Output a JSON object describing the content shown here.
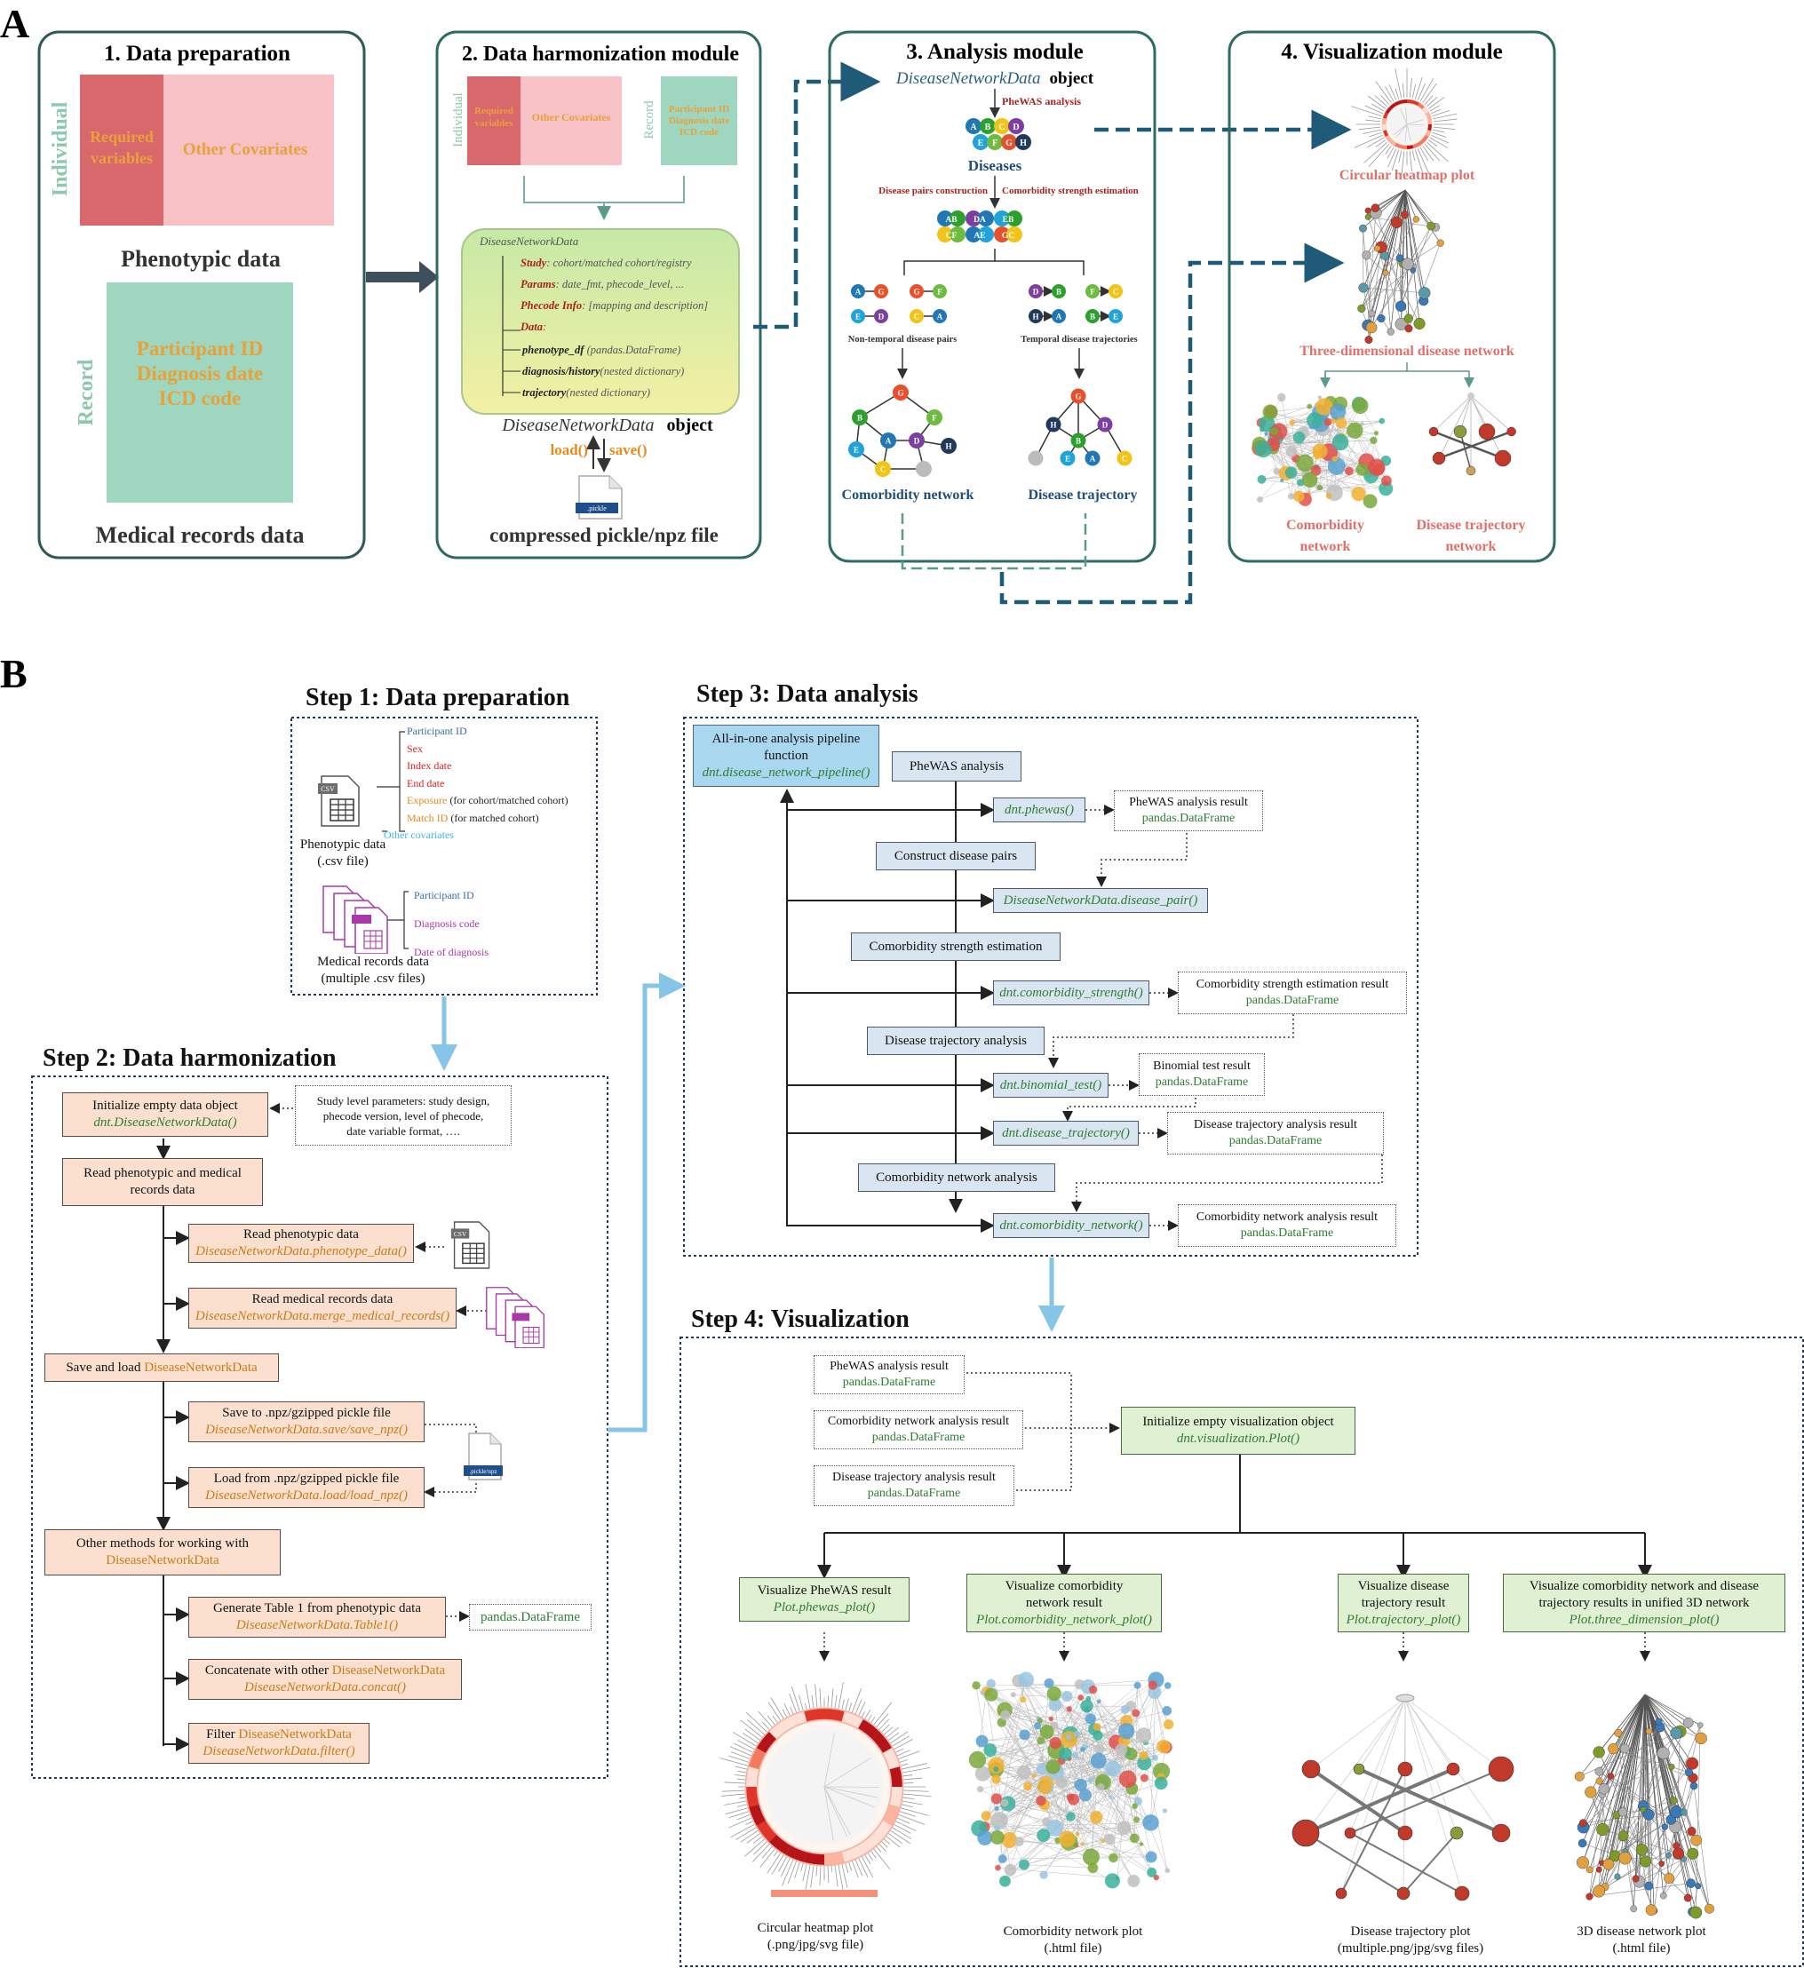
{
  "panel_a": {
    "letter": "A",
    "m1": {
      "title": "1. Data preparation",
      "individual_label": "Individual",
      "required": "Required variables",
      "other_cov": "Other Covariates",
      "phenotypic": "Phenotypic data",
      "record_label": "Record",
      "record_fields": [
        "Participant ID",
        "Diagnosis date",
        "ICD code"
      ],
      "medical": "Medical records data"
    },
    "m2": {
      "title": "2. Data harmonization module",
      "individual_label": "Individual",
      "required": "Required variables",
      "other_cov": "Other Covariates",
      "record_label": "Record",
      "record_fields": [
        "Participant ID",
        "Diagnosis date",
        "ICD code"
      ],
      "dnd_header": "DiseaseNetworkData",
      "rows": [
        {
          "k": "Study",
          "v": ": cohort/matched cohort/registry"
        },
        {
          "k": "Params",
          "v": ": date_fmt, phecode_level, ..."
        },
        {
          "k": "Phecode Info",
          "v": ": [mapping and description]"
        },
        {
          "k": "Data",
          "v": ":"
        }
      ],
      "data_rows": [
        {
          "k": "phenotype_df",
          "v": " (pandas.DataFrame)"
        },
        {
          "k": "diagnosis/history",
          "v": "(nested dictionary)"
        },
        {
          "k": "trajectory",
          "v": "(nested dictionary)"
        }
      ],
      "object_name": "DiseaseNetworkData",
      "object_word": "object",
      "load": "load()",
      "save": "save()",
      "file_tag": ".pickle",
      "file_caption": "compressed pickle/npz file"
    },
    "m3": {
      "title": "3. Analysis module",
      "object_name": "DiseaseNetworkData",
      "object_word": "object",
      "phewas": "PheWAS analysis",
      "diseases": "Diseases",
      "disease_nodes": [
        "A",
        "B",
        "C",
        "D",
        "E",
        "F",
        "G",
        "H"
      ],
      "pairs_construction": "Disease pairs construction",
      "comorb_strength": "Comorbidity strength estimation",
      "pair_nodes": [
        "AB",
        "DA",
        "EB",
        "CF",
        "AE",
        "GC"
      ],
      "non_temporal": "Non-temporal disease pairs",
      "temporal": "Temporal disease trajectories",
      "comorb_network": "Comorbidity network",
      "disease_traj": "Disease trajectory"
    },
    "m4": {
      "title": "4. Visualization module",
      "circular": "Circular heatmap plot",
      "three_d": "Three-dimensional disease network",
      "comorb_net": [
        "Comorbidity",
        "network"
      ],
      "traj_net": [
        "Disease trajectory",
        "network"
      ]
    }
  },
  "panel_b": {
    "letter": "B",
    "step1": {
      "title": "Step 1: Data preparation",
      "pheno_fields": [
        {
          "t": "Participant ID",
          "c": "#3a6ea5",
          "extra": ""
        },
        {
          "t": "Sex",
          "c": "#e02020",
          "extra": ""
        },
        {
          "t": "Index date",
          "c": "#e02020",
          "extra": ""
        },
        {
          "t": "End date",
          "c": "#e02020",
          "extra": ""
        },
        {
          "t": "Exposure",
          "c": "#e88a1a",
          "extra": " (for cohort/matched cohort)"
        },
        {
          "t": "Match ID",
          "c": "#e88a1a",
          "extra": " (for matched cohort)"
        },
        {
          "t": "Other covariates",
          "c": "#3fb5e8",
          "extra": ""
        }
      ],
      "pheno_caption": [
        "Phenotypic data",
        "(.csv file)"
      ],
      "med_fields": [
        {
          "t": "Participant ID",
          "c": "#3a6ea5"
        },
        {
          "t": "Diagnosis code",
          "c": "#a838a8"
        },
        {
          "t": "Date of diagnosis",
          "c": "#a838a8"
        }
      ],
      "med_caption": [
        "Medical records data",
        "(multiple .csv files)"
      ],
      "csv": "CSV"
    },
    "step2": {
      "title": "Step 2: Data harmonization",
      "init": {
        "t": "Initialize empty data object",
        "c": "dnt.DiseaseNetworkData()"
      },
      "params_note": [
        "Study level parameters: study design,",
        "phecode version, level of phecode,",
        "date variable format, …."
      ],
      "read_both": [
        "Read phenotypic and medical",
        "records data"
      ],
      "read_pheno": {
        "t": "Read phenotypic data",
        "c": "DiseaseNetworkData.phenotype_data()"
      },
      "read_med": {
        "t": "Read medical records data",
        "c": "DiseaseNetworkData.merge_medical_records()"
      },
      "save_load": {
        "t": "Save and load ",
        "o": "DiseaseNetworkData"
      },
      "save": {
        "t": "Save to .npz/gzipped pickle file",
        "c": "DiseaseNetworkData.save/save_npz()"
      },
      "load": {
        "t": "Load from .npz/gzipped pickle file",
        "c": "DiseaseNetworkData.load/load_npz()"
      },
      "file_tag": ".pickle/npz",
      "other": {
        "t": "Other methods for working with",
        "o": "DiseaseNetworkData"
      },
      "table1": {
        "t": "Generate Table 1 from phenotypic data",
        "c": "DiseaseNetworkData.Table1()"
      },
      "table1_out": "pandas.DataFrame",
      "concat": {
        "t": "Concatenate with other ",
        "o": "DiseaseNetworkData",
        "c": "DiseaseNetworkData.concat()"
      },
      "filter": {
        "t": "Filter ",
        "o": "DiseaseNetworkData",
        "c": "DiseaseNetworkData.filter()"
      }
    },
    "step3": {
      "title": "Step 3: Data analysis",
      "pipeline": {
        "t": [
          "All-in-one analysis pipeline",
          "function"
        ],
        "c": "dnt.disease_network_pipeline()"
      },
      "phewas": "PheWAS analysis",
      "phewas_fn": "dnt.phewas()",
      "phewas_res": {
        "t": "PheWAS analysis result",
        "c": "pandas.DataFrame"
      },
      "construct": "Construct disease pairs",
      "pair_fn": "DiseaseNetworkData.disease_pair()",
      "comorb_est": "Comorbidity strength estimation",
      "comorb_fn": "dnt.comorbidity_strength()",
      "comorb_res": {
        "t": "Comorbidity strength estimation result",
        "c": "pandas.DataFrame"
      },
      "traj": "Disease trajectory analysis",
      "binom_fn": "dnt.binomial_test()",
      "binom_res": {
        "t": "Binomial test result",
        "c": "pandas.DataFrame"
      },
      "traj_fn": "dnt.disease_trajectory()",
      "traj_res": {
        "t": "Disease trajectory analysis result",
        "c": "pandas.DataFrame"
      },
      "net": "Comorbidity network analysis",
      "net_fn": "dnt.comorbidity_network()",
      "net_res": {
        "t": "Comorbidity network analysis result",
        "c": "pandas.DataFrame"
      }
    },
    "step4": {
      "title": "Step 4: Visualization",
      "in1": {
        "t": "PheWAS analysis result",
        "c": "pandas.DataFrame"
      },
      "in2": {
        "t": "Comorbidity network analysis result",
        "c": "pandas.DataFrame"
      },
      "in3": {
        "t": "Disease trajectory analysis result",
        "c": "pandas.DataFrame"
      },
      "init": {
        "t": "Initialize empty visualization object",
        "c": "dnt.visualization.Plot()"
      },
      "v1": {
        "t": [
          "Visualize PheWAS result"
        ],
        "c": "Plot.phewas_plot()"
      },
      "v2": {
        "t": [
          "Visualize comorbidity",
          "network result"
        ],
        "c": "Plot.comorbidity_network_plot()"
      },
      "v3": {
        "t": [
          "Visualize disease",
          "trajectory result"
        ],
        "c": "Plot.trajectory_plot()"
      },
      "v4": {
        "t": [
          "Visualize comorbidity network and disease",
          "trajectory results in unified 3D network"
        ],
        "c": "Plot.three_dimension_plot()"
      },
      "cap1": [
        "Circular heatmap plot",
        "(.png/jpg/svg file)"
      ],
      "cap2": [
        "Comorbidity network plot",
        "(.html file)"
      ],
      "cap3": [
        "Disease trajectory plot",
        "(multiple.png/jpg/svg files)"
      ],
      "cap4": [
        "3D disease network plot",
        "(.html file)"
      ]
    }
  },
  "colors": {
    "module_border": "#2e6b62",
    "dash_arrow": "#1f5a78",
    "light_arrow": "#86c5e8",
    "peach": "#fbe0cf",
    "blue": "#d9e6f2",
    "green": "#dff1d2",
    "red_block": "#d9686c",
    "pink_block": "#f7c1c5",
    "teal_block": "#9fd6bf"
  }
}
